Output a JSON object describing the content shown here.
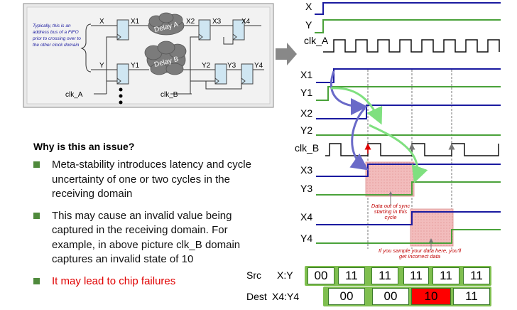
{
  "circuit": {
    "note": "Typically, this is an address bus of a FIFO prior to crossing over to the other clock domain",
    "X": "X",
    "X1": "X1",
    "X2": "X2",
    "X3": "X3",
    "X4": "X4",
    "Y": "Y",
    "Y1": "Y1",
    "Y2": "Y2",
    "Y3": "Y3",
    "Y4": "Y4",
    "delay_a": "Delay A",
    "delay_b": "Delay B",
    "clk_a": "clk_A",
    "clk_b": "clk_B"
  },
  "timing": {
    "sig_x": "X",
    "sig_y": "Y",
    "sig_clka": "clk_A",
    "sig_x1": "X1",
    "sig_y1": "Y1",
    "sig_x2": "X2",
    "sig_y2": "Y2",
    "sig_clkb": "clk_B",
    "sig_x3": "X3",
    "sig_y3": "Y3",
    "sig_x4": "X4",
    "sig_y4": "Y4",
    "note_sync": "Data out of sync starting in this cycle",
    "note_sample": "If you sample your data here, you'll get incorrect data",
    "colors": {
      "x": "#1a1aa0",
      "y": "#4aa23a",
      "arrow_blue": "#6a6ac8",
      "arrow_green": "#7fe07f",
      "shade": "#f0b0b0"
    }
  },
  "text": {
    "heading": "Why is this an issue?",
    "bullet1": "Meta-stability introduces latency and cycle uncertainty of one or two cycles in the receiving domain",
    "bullet2": "This may cause an invalid value being captured in the receiving domain. For example, in above picture clk_B domain captures  an invalid state of 10",
    "bullet3": "It may lead to chip failures"
  },
  "table": {
    "src_label": "Src",
    "src_sig": "X:Y",
    "src_values": [
      "00",
      "11",
      "11",
      "11",
      "11",
      "11"
    ],
    "dest_label": "Dest",
    "dest_sig": "X4:Y4",
    "dest_values": [
      "00",
      "00",
      "10",
      "11"
    ],
    "invalid_index": 2
  }
}
